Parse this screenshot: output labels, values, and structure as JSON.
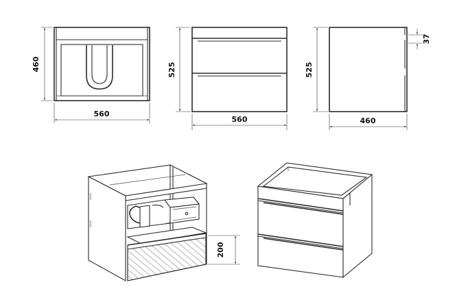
{
  "drawing": {
    "top_view": {
      "width_label": "560",
      "depth_label": "460"
    },
    "front_view": {
      "width_label": "560",
      "height_label": "525"
    },
    "side_view": {
      "depth_label": "460",
      "height_label": "525",
      "offset_label": "37"
    },
    "open_view": {
      "drawer_height_label": "200"
    }
  }
}
